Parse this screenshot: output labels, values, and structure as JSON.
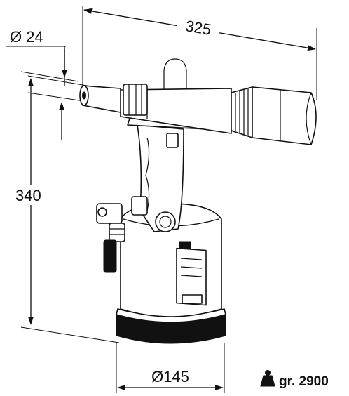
{
  "dimensions": {
    "length": "325",
    "nozzle_diameter": "Ø 24",
    "height": "340",
    "base_diameter": "Ø145"
  },
  "weight": {
    "icon": "weight-icon",
    "label": "gr. 2900"
  }
}
